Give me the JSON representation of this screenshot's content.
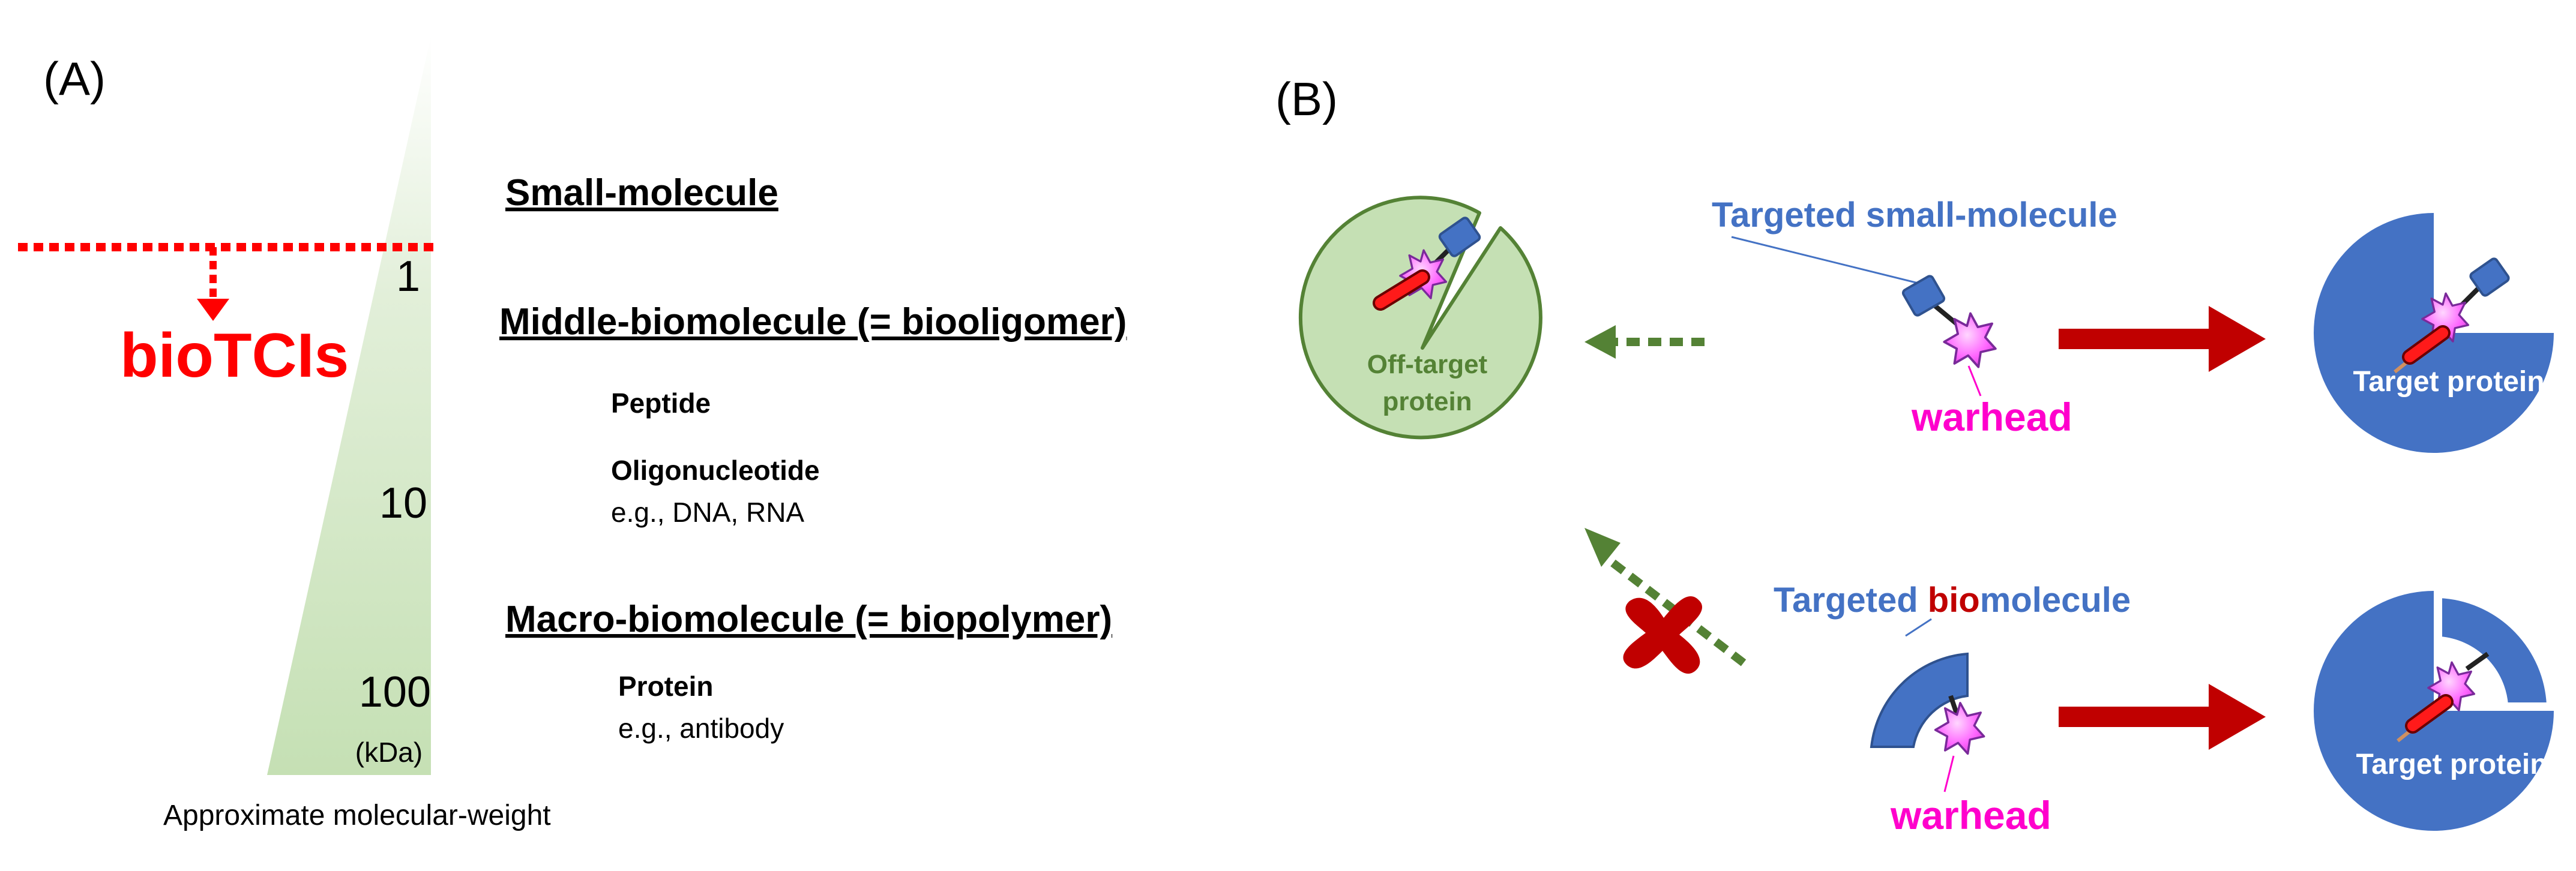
{
  "panel_a": {
    "label": "(A)",
    "scale_ticks": [
      {
        "value": "1"
      },
      {
        "value": "10"
      },
      {
        "value": "100"
      }
    ],
    "unit": "(kDa)",
    "axis_title": "Approximate molecular-weight",
    "threshold_label": "bioTCIs",
    "categories": {
      "small": "Small-molecule",
      "middle": "Middle-biomolecule (= biooligomer)",
      "peptide": "Peptide",
      "oligo": "Oligonucleotide",
      "oligo_eg": "e.g., DNA, RNA",
      "macro": "Macro-biomolecule (= biopolymer)",
      "protein": "Protein",
      "protein_eg": "e.g., antibody"
    }
  },
  "panel_b": {
    "label": "(B)",
    "off_target_line1": "Off-target",
    "off_target_line2": "protein",
    "targeted_small": "Targeted small-molecule",
    "targeted_bio_prefix": "Targeted ",
    "targeted_bio_highlight": "bio",
    "targeted_bio_suffix": "molecule",
    "warhead": "warhead",
    "target_protein": "Target protein"
  },
  "colors": {
    "red": "#ff0000",
    "dark_red": "#c00000",
    "blue": "#4472c4",
    "magenta": "#ff00cc",
    "green_fill": "#c5e0b4",
    "green_stroke": "#548235"
  }
}
